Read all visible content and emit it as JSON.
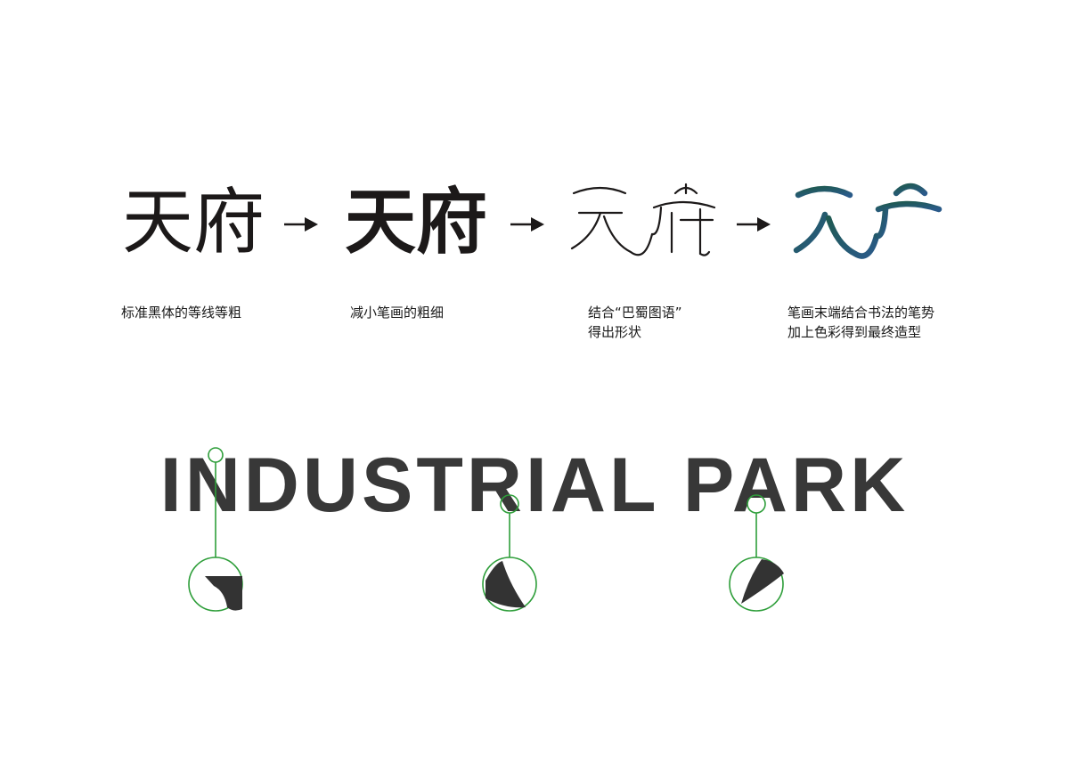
{
  "steps": [
    {
      "glyphs": "天府",
      "caption_lines": [
        "标准黑体的等线等粗"
      ]
    },
    {
      "glyphs": "天府",
      "caption_lines": [
        "减小笔画的粗细"
      ]
    },
    {
      "glyphs": "天府",
      "caption_lines": [
        "结合“巴蜀图语”",
        "得出形状"
      ]
    },
    {
      "glyphs": "天府",
      "caption_lines": [
        "笔画末端结合书法的笔势",
        "加上色彩得到最终造型"
      ]
    }
  ],
  "wordmark": "INDUSTRIAL PARK",
  "colors": {
    "ink": "#1c1919",
    "final_gradient_start": "#1f5a52",
    "final_gradient_end": "#2a5a8a",
    "callout_green": "#2e9e3a",
    "wordmark_gray": "#383838"
  },
  "icons": [
    "arrow-right-icon",
    "arrow-right-icon",
    "arrow-right-icon"
  ]
}
